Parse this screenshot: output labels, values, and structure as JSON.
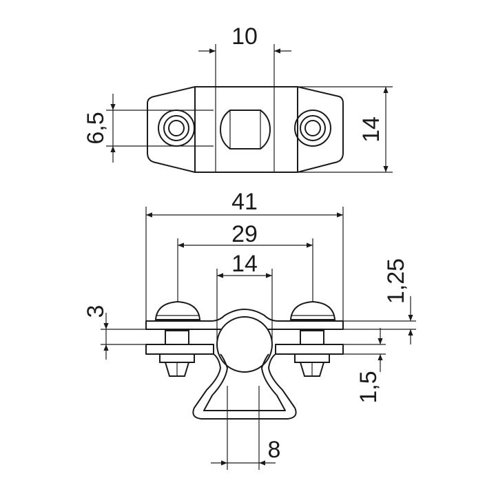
{
  "drawing": {
    "top_view": {
      "width_label": "10",
      "hole_label": "6,5",
      "height_label": "14"
    },
    "front_view": {
      "overall_label": "41",
      "hole_spacing_label": "29",
      "pipe_label": "14",
      "top_thickness_label": "1,25",
      "left_thickness_label": "3",
      "strap_thickness_label": "1,5",
      "base_width_label": "8"
    }
  }
}
